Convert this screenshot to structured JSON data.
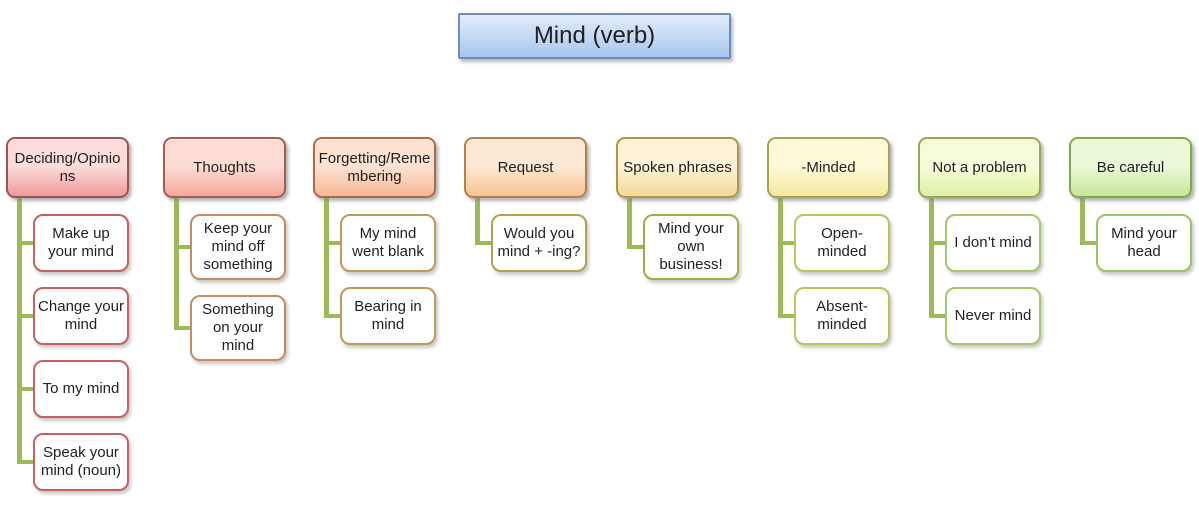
{
  "title": {
    "label": "Mind (verb)",
    "colors": {
      "top": "#e2ecfb",
      "bottom": "#a9c6ef",
      "border": "#6d8eb8"
    }
  },
  "connector_color": "#9bbb59",
  "categories": [
    {
      "label": "Deciding/Opinions",
      "colors": {
        "top": "#fcdcdb",
        "bottom": "#f09a9c",
        "border": "#a25151",
        "child_border": "#c4625f"
      },
      "children": [
        "Make up your mind",
        "Change your mind",
        "To my mind",
        "Speak your mind (noun)"
      ]
    },
    {
      "label": "Thoughts",
      "colors": {
        "top": "#fcdcd4",
        "bottom": "#f4a899",
        "border": "#a85a4d",
        "child_border": "#c78b63"
      },
      "children": [
        "Keep your mind off something",
        "Something on your mind"
      ]
    },
    {
      "label": "Forgetting/Remembering",
      "colors": {
        "top": "#fde2d2",
        "bottom": "#f7b795",
        "border": "#ad6a4a",
        "child_border": "#bd9a55"
      },
      "children": [
        "My mind went blank",
        "Bearing in mind"
      ]
    },
    {
      "label": "Request",
      "colors": {
        "top": "#fde8d3",
        "bottom": "#f6c493",
        "border": "#b3814b",
        "child_border": "#b2a24c"
      },
      "children": [
        "Would you mind + -ing?"
      ]
    },
    {
      "label": "Spoken phrases",
      "colors": {
        "top": "#fdf1d7",
        "bottom": "#f4d997",
        "border": "#b29447",
        "child_border": "#abaa4b"
      },
      "children": [
        "Mind your own business!"
      ]
    },
    {
      "label": "-Minded",
      "colors": {
        "top": "#fefad9",
        "bottom": "#f2e8a0",
        "border": "#a9a44b",
        "child_border": "#bcc35e"
      },
      "children": [
        "Open-minded",
        "Absent-minded"
      ]
    },
    {
      "label": "Not a problem",
      "colors": {
        "top": "#f7fbdb",
        "bottom": "#def0a6",
        "border": "#94aa4b",
        "child_border": "#a7c666"
      },
      "children": [
        "I don’t mind",
        "Never mind"
      ]
    },
    {
      "label": "Be careful",
      "colors": {
        "top": "#ebf8da",
        "bottom": "#c8e696",
        "border": "#7fab45",
        "child_border": "#9cc45e"
      },
      "children": [
        "Mind your head"
      ]
    }
  ]
}
